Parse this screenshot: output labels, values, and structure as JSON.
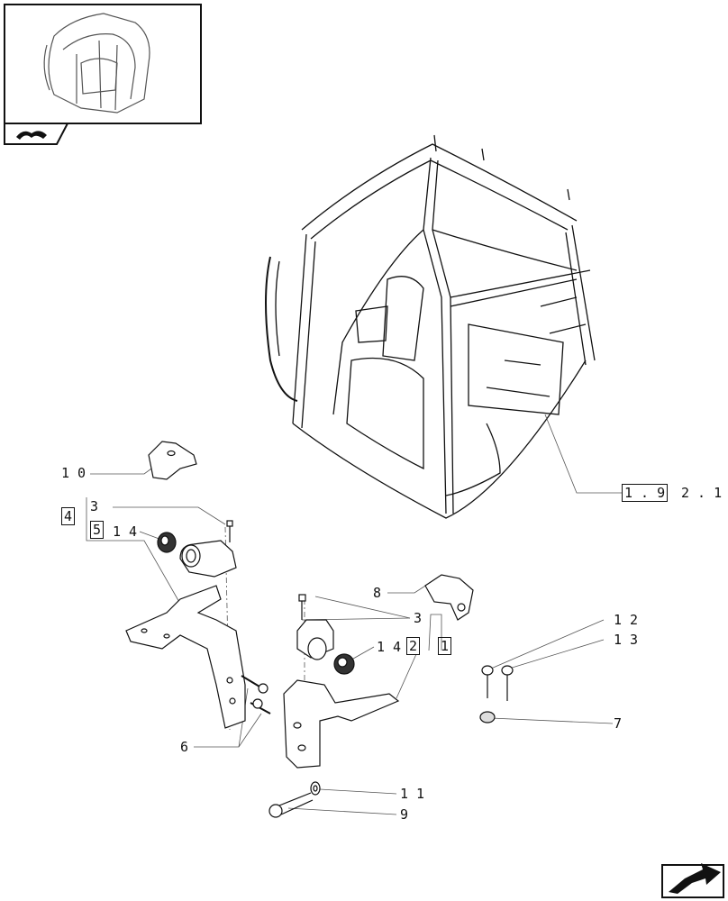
{
  "labels": {
    "l1": "1 0",
    "l2": "4",
    "l3": "3",
    "l4": "5",
    "l5": "1 4",
    "l6": "8",
    "l7": "3",
    "l8": "1 4",
    "l9": "2",
    "l10": "1",
    "l11": "1 2",
    "l12": "1 3",
    "l13": "7",
    "l14": "6",
    "l15": "1 1",
    "l16": "9",
    "ref_a": "1 . 9",
    "ref_b": "2 . 1"
  },
  "icons": {
    "thumbnail": "cab-frame-thumbnail",
    "book": "open-book-icon",
    "nav": "next-page-arrow-icon"
  }
}
